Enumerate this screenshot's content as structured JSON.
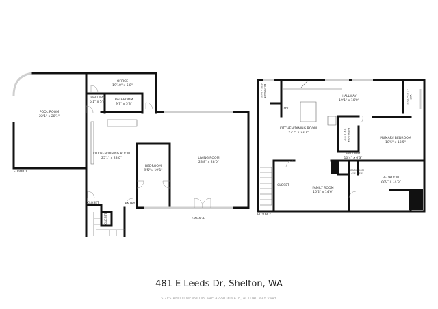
{
  "floor1": {
    "floor_label": "FLOOR 1",
    "rooms": [
      {
        "name": "POOL ROOM",
        "size": "22'1\" x 28'1\""
      },
      {
        "name": "OFFICE",
        "size": "19'10\" x 5'8\""
      },
      {
        "name": "HALLWAY",
        "size": "5'1\" x 5'8\""
      },
      {
        "name": "BATHROOM",
        "size": "9'7\" x 5'3\""
      },
      {
        "name": "KITCHEN/DINING ROOM",
        "size": "25'1\" x 28'0\""
      },
      {
        "name": "BEDROOM",
        "size": "9'5\" x 19'1\""
      },
      {
        "name": "LIVING ROOM",
        "size": "23'8\" x 28'0\""
      }
    ],
    "closet": "CLOSET",
    "closet2": "CLOSET",
    "entry": "ENTRY",
    "garage": "GARAGE"
  },
  "floor2": {
    "floor_label": "FLOOR 2",
    "rooms": [
      {
        "name": "HALLWAY",
        "size": "19'1\" x 10'0\""
      },
      {
        "name": "KITCHEN/DINING ROOM",
        "size": "23'7\" x 23'7\""
      },
      {
        "name": "PRIMARY BEDROOM",
        "size": "18'5\" x 13'5\""
      },
      {
        "name": "HALLWAY",
        "size": "10'4\" x 6'3\""
      },
      {
        "name": "FAMILY ROOM",
        "size": "16'2\" x 14'6\""
      },
      {
        "name": "BEDROOM",
        "size": "22'0\" x 14'6\""
      },
      {
        "name": "BATHROOM",
        "size": "4'5\" x 4'5\""
      },
      {
        "name": "BATHROOM",
        "size": "6'0\" x 10'0\""
      },
      {
        "name": "BATHROOM",
        "size": "9'4\" x 9'9\""
      },
      {
        "name": "WIC",
        "size": "4'10\" x 10'0\""
      }
    ],
    "closet": "CLOSET",
    "oven": "OV"
  },
  "address": "481 E Leeds Dr, Shelton, WA",
  "disclaimer": "SIZES AND DIMENSIONS ARE APPROXIMATE, ACTUAL MAY VARY."
}
